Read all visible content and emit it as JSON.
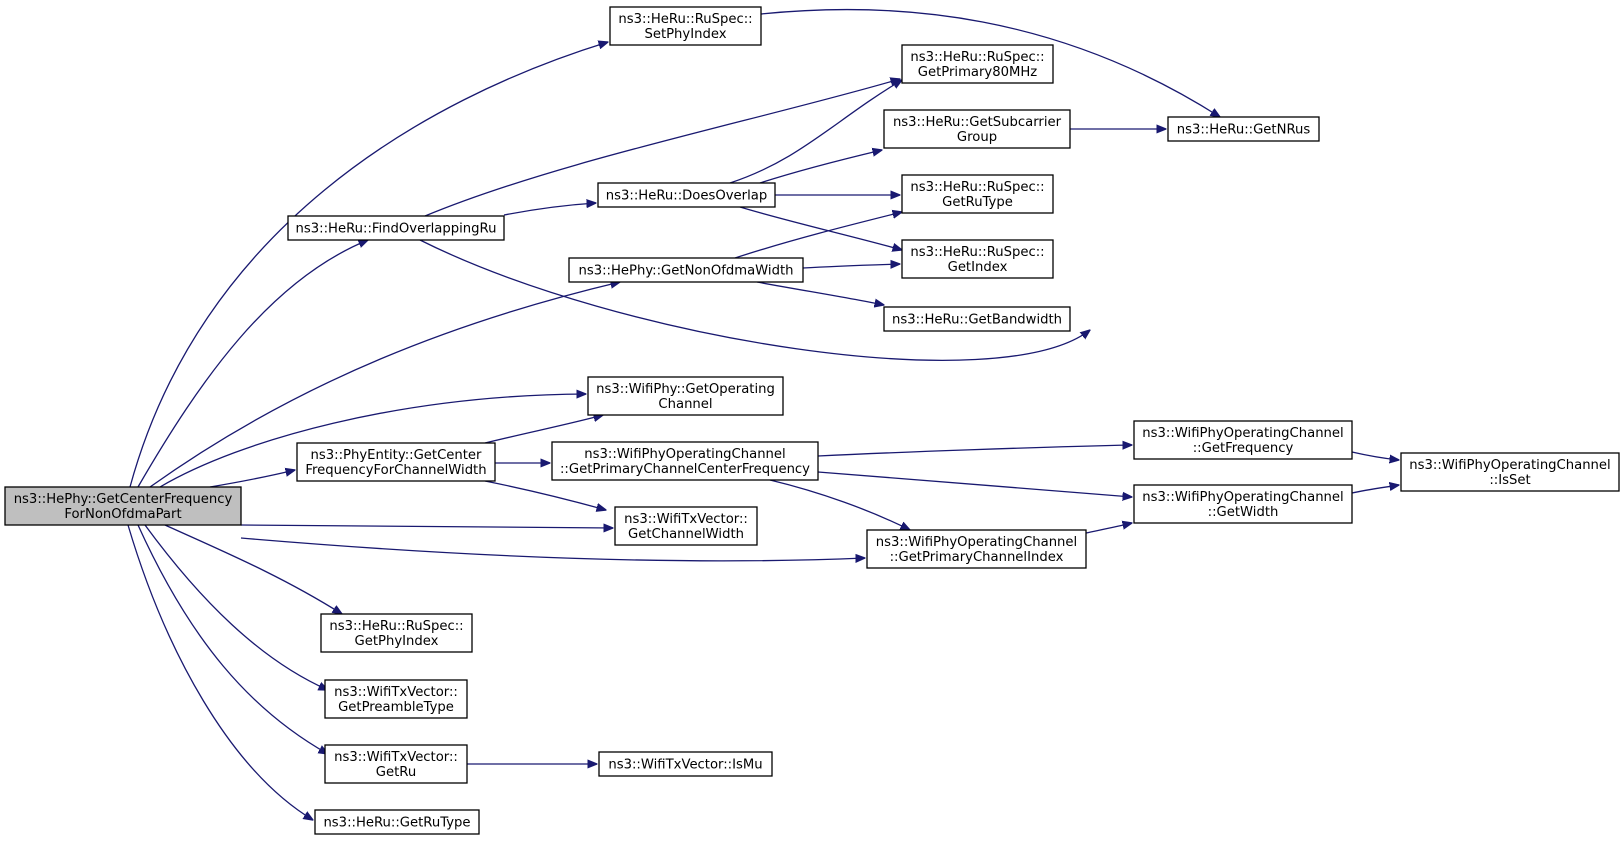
{
  "nodes": {
    "n0": {
      "lines": [
        "ns3::HePhy::GetCenterFrequency",
        "ForNonOfdmaPart"
      ],
      "root": true
    },
    "n1": {
      "lines": [
        "ns3::HeRu::RuSpec::",
        "SetPhyIndex"
      ]
    },
    "n2": {
      "lines": [
        "ns3::HeRu::RuSpec::",
        "GetPrimary80MHz"
      ]
    },
    "n3": {
      "lines": [
        "ns3::HeRu::GetSubcarrier",
        "Group"
      ]
    },
    "n4": {
      "lines": [
        "ns3::HeRu::GetNRus"
      ]
    },
    "n5": {
      "lines": [
        "ns3::HeRu::DoesOverlap"
      ]
    },
    "n6": {
      "lines": [
        "ns3::HeRu::RuSpec::",
        "GetRuType"
      ]
    },
    "n7": {
      "lines": [
        "ns3::HeRu::FindOverlappingRu"
      ]
    },
    "n8": {
      "lines": [
        "ns3::HeRu::RuSpec::",
        "GetIndex"
      ]
    },
    "n9": {
      "lines": [
        "ns3::HePhy::GetNonOfdmaWidth"
      ]
    },
    "n10": {
      "lines": [
        "ns3::HeRu::GetBandwidth"
      ]
    },
    "n11": {
      "lines": [
        "ns3::WifiPhy::GetOperating",
        "Channel"
      ]
    },
    "n12": {
      "lines": [
        "ns3::PhyEntity::GetCenter",
        "FrequencyForChannelWidth"
      ]
    },
    "n13": {
      "lines": [
        "ns3::WifiPhyOperatingChannel",
        "::GetPrimaryChannelCenterFrequency"
      ]
    },
    "n14": {
      "lines": [
        "ns3::WifiPhyOperatingChannel",
        "::GetFrequency"
      ]
    },
    "n15": {
      "lines": [
        "ns3::WifiPhyOperatingChannel",
        "::IsSet"
      ]
    },
    "n16": {
      "lines": [
        "ns3::WifiTxVector::",
        "GetChannelWidth"
      ]
    },
    "n17": {
      "lines": [
        "ns3::WifiPhyOperatingChannel",
        "::GetWidth"
      ]
    },
    "n18": {
      "lines": [
        "ns3::WifiPhyOperatingChannel",
        "::GetPrimaryChannelIndex"
      ]
    },
    "n19": {
      "lines": [
        "ns3::HeRu::RuSpec::",
        "GetPhyIndex"
      ]
    },
    "n20": {
      "lines": [
        "ns3::WifiTxVector::",
        "GetPreambleType"
      ]
    },
    "n21": {
      "lines": [
        "ns3::WifiTxVector::",
        "GetRu"
      ]
    },
    "n22": {
      "lines": [
        "ns3::WifiTxVector::IsMu"
      ]
    },
    "n23": {
      "lines": [
        "ns3::HeRu::GetRuType"
      ]
    }
  },
  "edges": [
    [
      "n0",
      "n1"
    ],
    [
      "n0",
      "n7"
    ],
    [
      "n0",
      "n9"
    ],
    [
      "n0",
      "n11"
    ],
    [
      "n0",
      "n12"
    ],
    [
      "n0",
      "n16"
    ],
    [
      "n0",
      "n18"
    ],
    [
      "n0",
      "n19"
    ],
    [
      "n0",
      "n20"
    ],
    [
      "n0",
      "n21"
    ],
    [
      "n0",
      "n23"
    ],
    [
      "n1",
      "n4"
    ],
    [
      "n3",
      "n4"
    ],
    [
      "n5",
      "n2"
    ],
    [
      "n5",
      "n3"
    ],
    [
      "n5",
      "n6"
    ],
    [
      "n5",
      "n8"
    ],
    [
      "n7",
      "n2"
    ],
    [
      "n7",
      "n5"
    ],
    [
      "n7",
      "n4"
    ],
    [
      "n9",
      "n6"
    ],
    [
      "n9",
      "n8"
    ],
    [
      "n9",
      "n10"
    ],
    [
      "n12",
      "n11"
    ],
    [
      "n12",
      "n13"
    ],
    [
      "n12",
      "n16"
    ],
    [
      "n13",
      "n14"
    ],
    [
      "n13",
      "n17"
    ],
    [
      "n13",
      "n18"
    ],
    [
      "n14",
      "n15"
    ],
    [
      "n17",
      "n15"
    ],
    [
      "n18",
      "n17"
    ],
    [
      "n21",
      "n22"
    ]
  ],
  "colors": {
    "edge": "#191970",
    "root_fill": "#bfbfbf",
    "node_fill": "#ffffff",
    "border": "#000000"
  }
}
